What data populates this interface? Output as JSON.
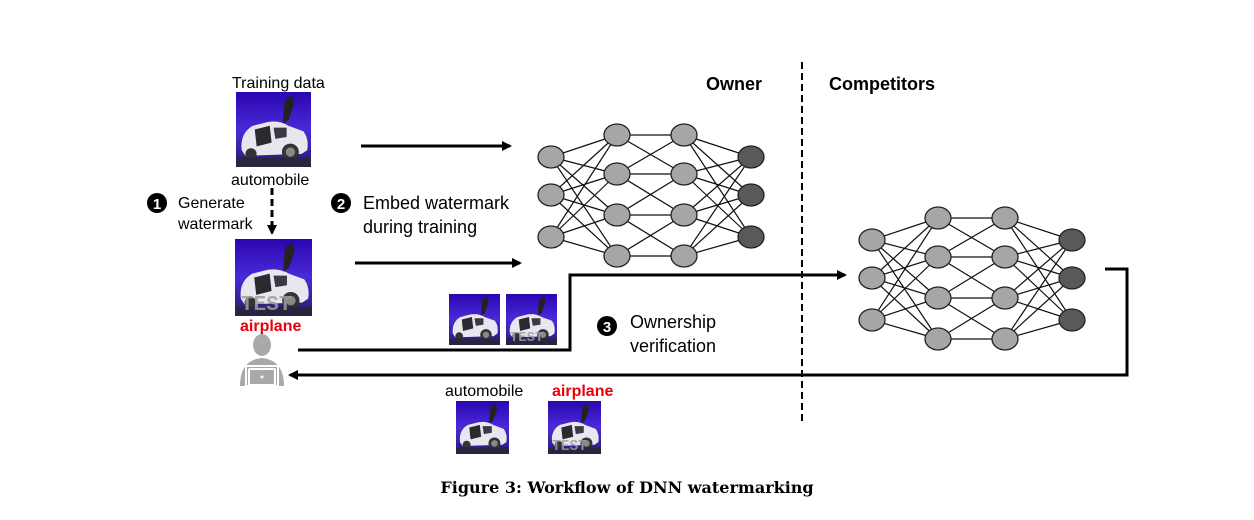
{
  "figure": {
    "caption": "Figure 3: Workflow of DNN watermarking",
    "sections": {
      "owner": "Owner",
      "competitors": "Competitors"
    },
    "training_data_label": "Training data",
    "original_label": "automobile",
    "watermark_label": "airplane",
    "steps": [
      {
        "number": "1",
        "line1": "Generate",
        "line2": "watermark"
      },
      {
        "number": "2",
        "line1": "Embed watermark",
        "line2": "during training"
      },
      {
        "number": "3",
        "line1": "Ownership",
        "line2": "verification"
      }
    ],
    "verification_result": {
      "label_original": "automobile",
      "label_watermarked": "airplane"
    },
    "watermark_text": "TEST",
    "colors": {
      "node_hidden": "#a6a6a6",
      "node_output": "#595959",
      "watermark_label": "#e8000b",
      "image_bg": "#3a10c8"
    },
    "networks": [
      {
        "name": "owner-network",
        "layers": [
          3,
          4,
          4,
          3
        ]
      },
      {
        "name": "competitor-network",
        "layers": [
          3,
          4,
          4,
          3
        ]
      }
    ]
  }
}
